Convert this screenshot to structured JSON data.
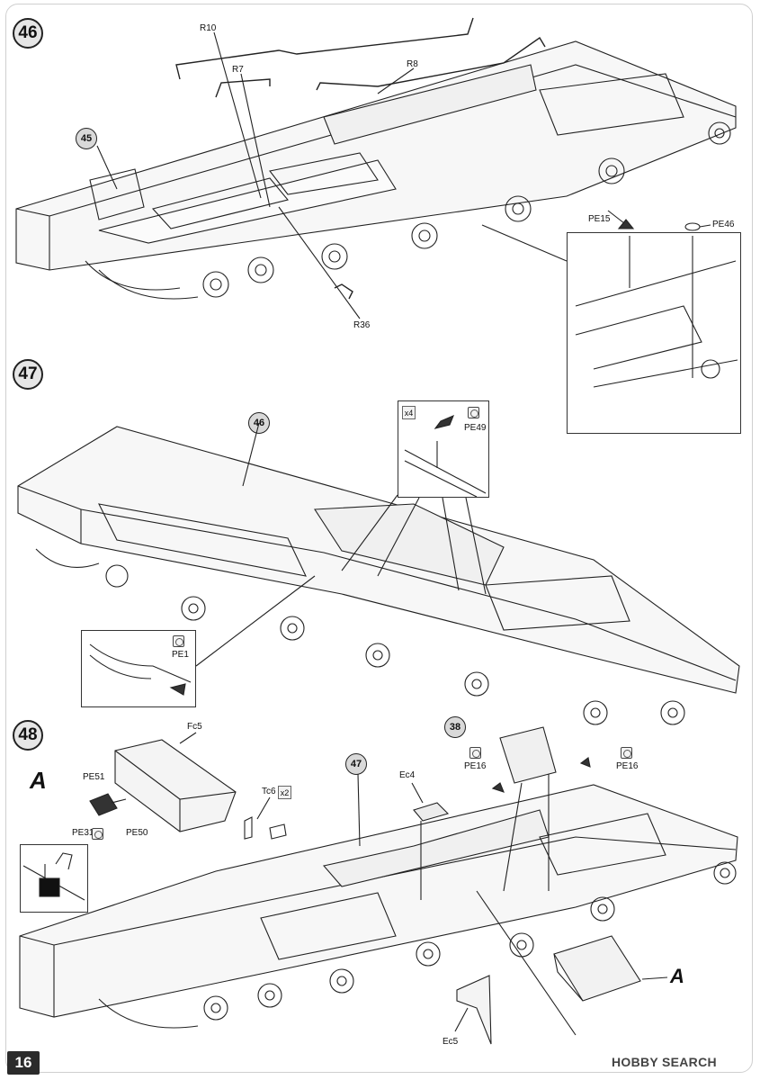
{
  "page_number": "16",
  "watermark": "HOBBY SEARCH",
  "steps": {
    "s46": {
      "number": "46",
      "ref_subassembly": "45",
      "labels": {
        "r10": "R10",
        "r7": "R7",
        "r8": "R8",
        "r36": "R36",
        "pe15": "PE15",
        "pe46": "PE46"
      }
    },
    "s47": {
      "number": "47",
      "ref_subassembly": "46",
      "labels": {
        "pe49": "PE49",
        "pe1": "PE1",
        "qty": "x4"
      }
    },
    "s48": {
      "number": "48",
      "sub_a": "A",
      "ref_47": "47",
      "ref_38": "38",
      "labels": {
        "fc5": "Fc5",
        "pe51": "PE51",
        "pe50": "PE50",
        "pe31": "PE31",
        "tc6": "Tc6",
        "tc6_qty": "x2",
        "ec4": "Ec4",
        "pe16a": "PE16",
        "pe16b": "PE16",
        "ec5": "Ec5",
        "a_marker": "A"
      }
    }
  },
  "icons": [
    "photo-etch-icon",
    "page-number-tab"
  ]
}
